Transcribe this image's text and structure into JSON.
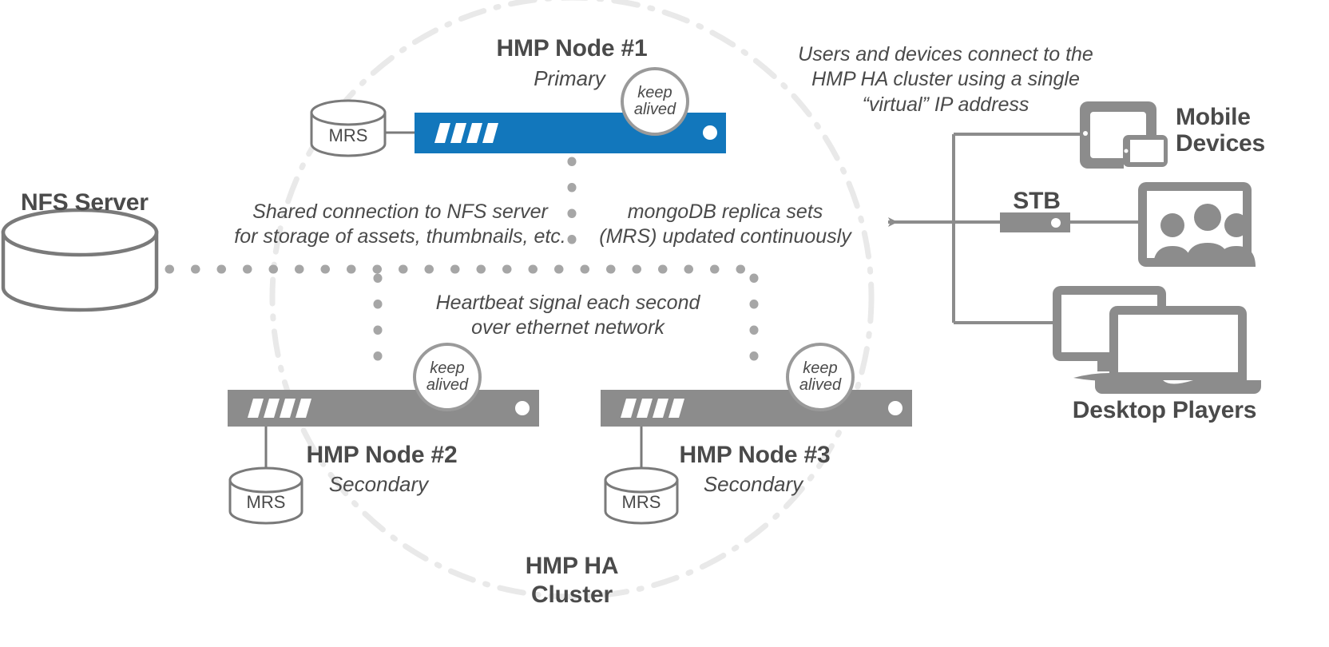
{
  "diagram": {
    "title": "HMP High Availability Cluster Architecture",
    "colors": {
      "primary_blue": "#1277bc",
      "node_gray": "#8c8c8c",
      "text_gray": "#4a4a4a",
      "outline_gray": "#7a7a7a",
      "dot_gray": "#a6a6a6",
      "cluster_boundary": "#e8e8e8"
    }
  },
  "nfs": {
    "title": "NFS Server"
  },
  "cluster": {
    "label_line1": "HMP HA",
    "label_line2": "Cluster"
  },
  "nodes": [
    {
      "title": "HMP Node #1",
      "role": "Primary",
      "db_label": "MRS",
      "keepalived_line1": "keep",
      "keepalived_line2": "alived",
      "state": "primary"
    },
    {
      "title": "HMP Node #2",
      "role": "Secondary",
      "db_label": "MRS",
      "keepalived_line1": "keep",
      "keepalived_line2": "alived",
      "state": "secondary"
    },
    {
      "title": "HMP Node #3",
      "role": "Secondary",
      "db_label": "MRS",
      "keepalived_line1": "keep",
      "keepalived_line2": "alived",
      "state": "secondary"
    }
  ],
  "notes": {
    "nfs_shared_line1": "Shared connection to NFS server",
    "nfs_shared_line2": "for storage of assets, thumbnails, etc.",
    "mongo_line1": "mongoDB replica sets",
    "mongo_line2": "(MRS) updated continuously",
    "heartbeat_line1": "Heartbeat signal each second",
    "heartbeat_line2": "over ethernet network",
    "virtual_ip_line1": "Users and devices connect to the",
    "virtual_ip_line2": "HMP HA cluster using a single",
    "virtual_ip_line3": "“virtual” IP address"
  },
  "clients": {
    "mobile_line1": "Mobile",
    "mobile_line2": "Devices",
    "stb": "STB",
    "desktop": "Desktop Players"
  }
}
